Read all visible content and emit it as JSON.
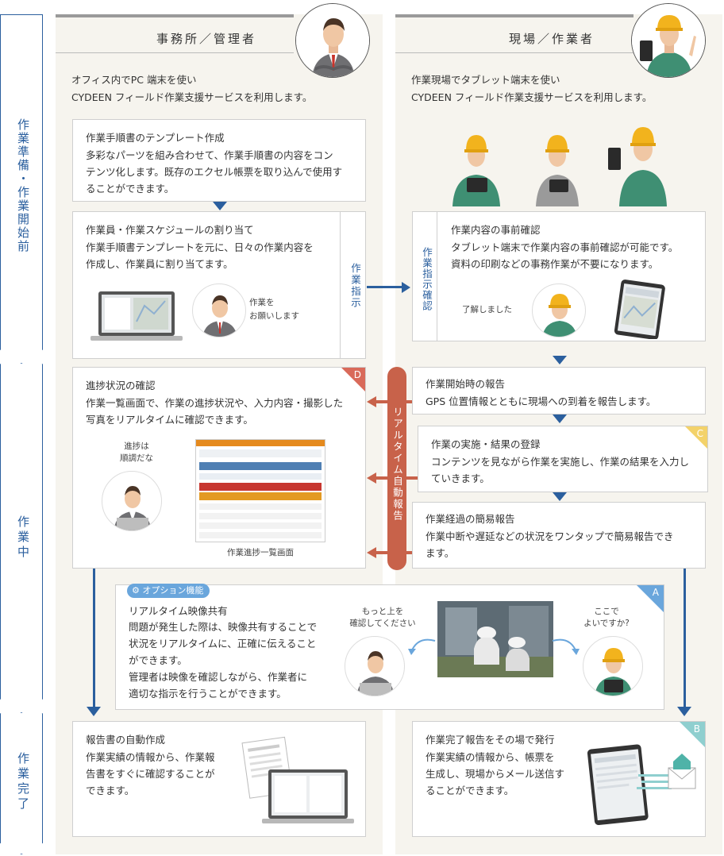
{
  "columns": {
    "office": {
      "title": "事務所／管理者",
      "intro_1": "オフィス内でPC 端末を使い",
      "intro_2": "CYDEEN フィールド作業支援サービスを利用します。"
    },
    "field": {
      "title": "現場／作業者",
      "intro_1": "作業現場でタブレット端末を使い",
      "intro_2": "CYDEEN フィールド作業支援サービスを利用します。"
    }
  },
  "phases": {
    "prep": "作業準備・作業開始前",
    "during": "作業中",
    "done": "作業完了"
  },
  "boxes": {
    "template": {
      "title": "作業手順書のテンプレート作成",
      "body_1": "多彩なパーツを組み合わせて、作業手順書の内容をコン",
      "body_2": "テンツ化します。既存のエクセル帳票を取り込んで使用す",
      "body_3": "ることができます。"
    },
    "schedule": {
      "title": "作業員・作業スケジュールの割り当て",
      "body_1": "作業手順書テンプレートを元に、日々の作業内容を",
      "body_2": "作成し、作業員に割り当てます。",
      "speech_1": "作業を",
      "speech_2": "お願いします"
    },
    "instruction_label": "作業指示",
    "precheck": {
      "side": "作業指示確認",
      "title": "作業内容の事前確認",
      "body_1": "タブレット端末で作業内容の事前確認が可能です。",
      "body_2": "資料の印刷などの事務作業が不要になります。",
      "speech": "了解しました"
    },
    "progress": {
      "title": "進捗状況の確認",
      "body_1": "作業一覧画面で、作業の進捗状況や、入力内容・撮影した",
      "body_2": "写真をリアルタイムに確認できます。",
      "speech_1": "進捗は",
      "speech_2": "順調だな",
      "caption": "作業進捗一覧画面",
      "corner": "D"
    },
    "realtime_label": "リアルタイム自動報告",
    "start_report": {
      "title": "作業開始時の報告",
      "body": "GPS 位置情報とともに現場への到着を報告します。"
    },
    "execution": {
      "title": "作業の実施・結果の登録",
      "body_1": "コンテンツを見ながら作業を実施し、作業の結果を入力し",
      "body_2": "ていきます。",
      "corner": "C"
    },
    "interim": {
      "title": "作業経過の簡易報告",
      "body_1": "作業中断や遅延などの状況をワンタップで簡易報告でき",
      "body_2": "ます。"
    },
    "option": {
      "badge": "オプション機能",
      "title": "リアルタイム映像共有",
      "body_1": "問題が発生した際は、映像共有することで",
      "body_2": "状況をリアルタイムに、正確に伝えること",
      "body_3": "ができます。",
      "body_4": "管理者は映像を確認しながら、作業者に",
      "body_5": "適切な指示を行うことができます。",
      "speech_left_1": "もっと上を",
      "speech_left_2": "確認してください",
      "speech_right_1": "ここで",
      "speech_right_2": "よいですか?",
      "corner": "A"
    },
    "auto_report": {
      "title": "報告書の自動作成",
      "body_1": "作業実績の情報から、作業報",
      "body_2": "告書をすぐに確認することが",
      "body_3": "できます。"
    },
    "completion": {
      "title": "作業完了報告をその場で発行",
      "body_1": "作業実績の情報から、帳票を",
      "body_2": "生成し、現場からメール送信す",
      "body_3": "ることができます。",
      "corner": "B"
    }
  },
  "colors": {
    "accent_blue": "#2b5f9e",
    "arrow_brick": "#c8624a",
    "corner_red": "#d96a5a",
    "corner_yellow": "#f3d26a",
    "corner_blue": "#6aa6dc",
    "corner_teal": "#8fcfcf",
    "helmet": "#f2b31d",
    "worker_green": "#3f8f73"
  }
}
